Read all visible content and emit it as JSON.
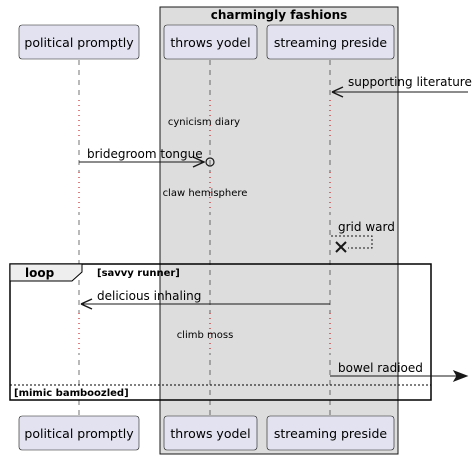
{
  "group": {
    "title": "charmingly fashions"
  },
  "participants": {
    "p1": "political promptly",
    "p2": "throws yodel",
    "p3": "streaming preside"
  },
  "messages": {
    "m1": "supporting literature",
    "m2": "bridegroom tongue",
    "m3": "grid ward",
    "m4": "delicious inhaling",
    "m5": "bowel radioed"
  },
  "notes": {
    "n1": "cynicism diary",
    "n2": "claw hemisphere",
    "n3": "climb moss"
  },
  "loop": {
    "keyword": "loop",
    "condition": "[savvy runner]",
    "else_condition": "[mimic bamboozled]"
  }
}
